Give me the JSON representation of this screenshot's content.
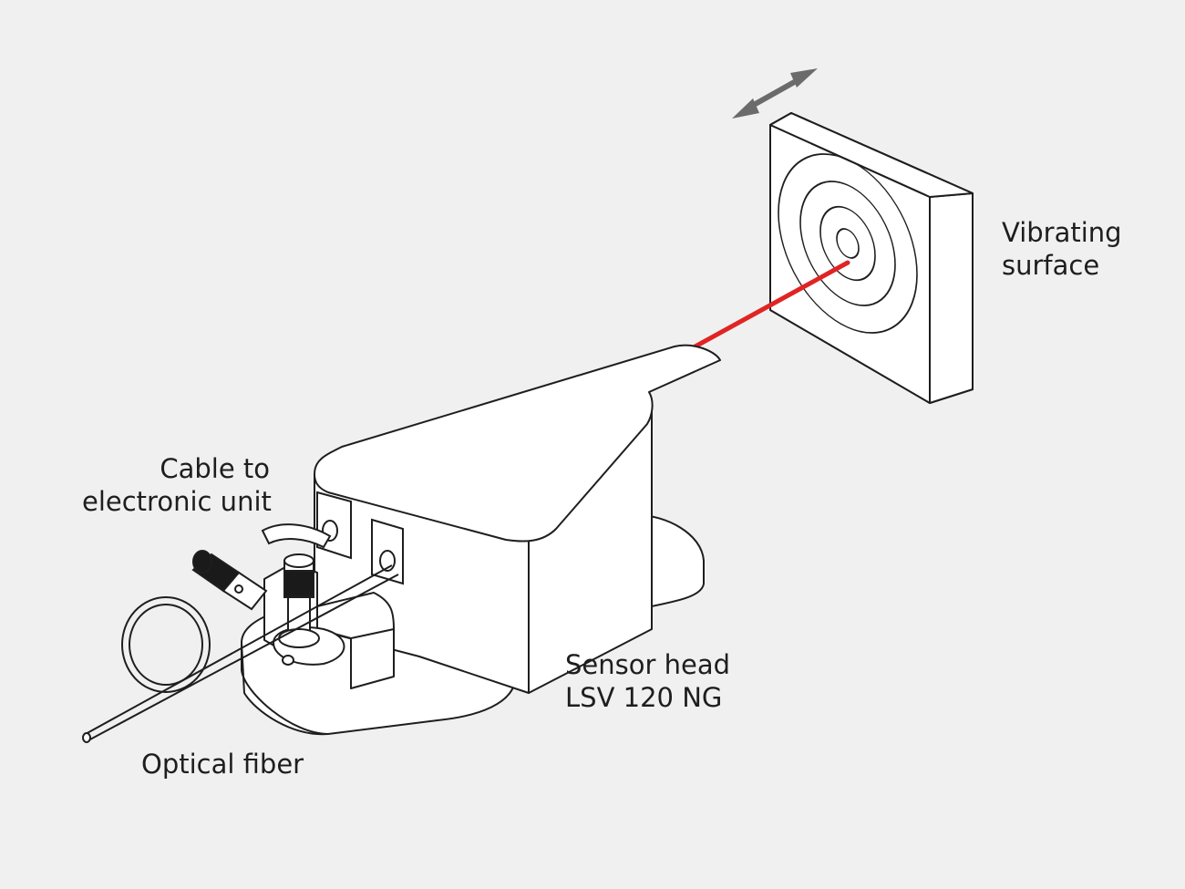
{
  "labels": {
    "vibrating_surface": {
      "line1": "Vibrating",
      "line2": "surface"
    },
    "cable": {
      "line1": "Cable to",
      "line2": "electronic unit"
    },
    "sensor_head": {
      "line1": "Sensor head",
      "line2": "LSV 120 NG"
    },
    "optical_fiber": "Optical fiber"
  },
  "colors": {
    "background": "#f0f0f0",
    "laser_beam": "#e02424",
    "outline": "#1e1e1e",
    "fill": "#ffffff",
    "arrow": "#6b6b6b",
    "knob": "#1a1a1a"
  },
  "icons": {
    "motion_arrow": "double-arrow-icon",
    "target_rings": "concentric-rings-icon"
  }
}
